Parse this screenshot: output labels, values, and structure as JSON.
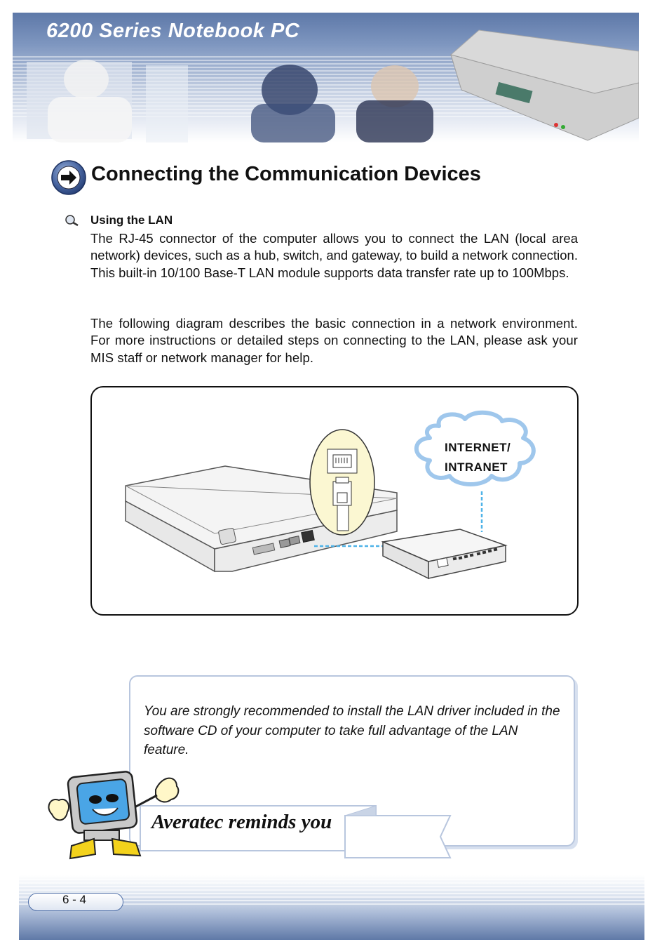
{
  "header": {
    "title": "6200 Series Notebook PC"
  },
  "section": {
    "heading": "Connecting the Communication Devices"
  },
  "lan": {
    "subheading": "Using the LAN",
    "paragraph_1": "The RJ-45 connector of the computer allows you to connect the LAN (local area network) devices, such as a hub, switch, and gateway, to build a network connection.  This built-in 10/100 Base-T LAN module supports data transfer rate up to 100Mbps.",
    "paragraph_2": "The following diagram describes the basic connection in a network environment.  For more instructions or detailed steps on connecting to the LAN, please ask your MIS staff or network manager for help."
  },
  "diagram": {
    "cloud_line_1": "INTERNET/",
    "cloud_line_2": "INTRANET"
  },
  "reminder": {
    "text": "You are strongly recommended to install the LAN driver included in the software CD of your computer to take full advantage of the LAN feature.",
    "label": "Averatec reminds you"
  },
  "footer": {
    "page_number": "6 - 4"
  },
  "colors": {
    "brand_blue": "#5d78a8",
    "link_dash": "#4fb3e8",
    "reminder_border": "#b8c6de"
  }
}
